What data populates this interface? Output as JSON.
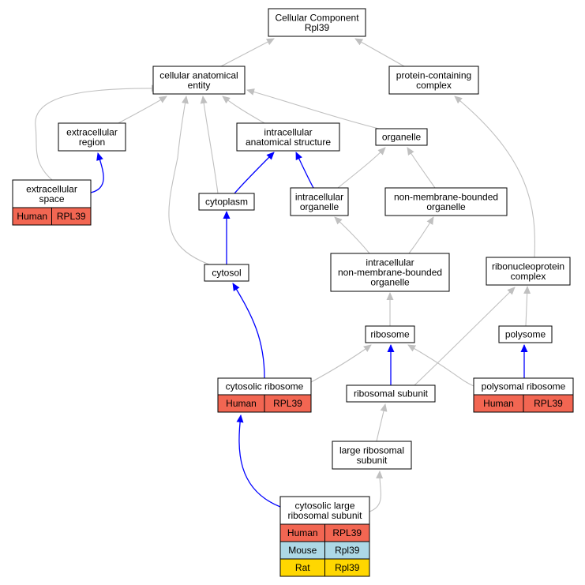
{
  "colors": {
    "edge_gray": "#c0c0c0",
    "edge_blue": "#0000ff",
    "human": "#f26652",
    "mouse": "#add8e6",
    "rat": "#ffd700",
    "node_fill": "#ffffff",
    "node_border": "#000000"
  },
  "nodes": {
    "cellular_component": {
      "lines": [
        "Cellular Component",
        "Rpl39"
      ]
    },
    "cellular_anatomical_entity": {
      "lines": [
        "cellular anatomical",
        "entity"
      ]
    },
    "protein_containing_complex": {
      "lines": [
        "protein-containing",
        "complex"
      ]
    },
    "extracellular_region": {
      "lines": [
        "extracellular",
        "region"
      ]
    },
    "intracellular_anatomical_structure": {
      "lines": [
        "intracellular",
        "anatomical structure"
      ]
    },
    "organelle": {
      "lines": [
        "organelle"
      ]
    },
    "extracellular_space": {
      "lines": [
        "extracellular",
        "space"
      ],
      "rows": [
        [
          "Human",
          "RPL39"
        ]
      ]
    },
    "cytoplasm": {
      "lines": [
        "cytoplasm"
      ]
    },
    "intracellular_organelle": {
      "lines": [
        "intracellular",
        "organelle"
      ]
    },
    "non_membrane_bounded_organelle": {
      "lines": [
        "non-membrane-bounded",
        "organelle"
      ]
    },
    "intracellular_nmb_organelle": {
      "lines": [
        "intracellular",
        "non-membrane-bounded",
        "organelle"
      ]
    },
    "ribonucleoprotein_complex": {
      "lines": [
        "ribonucleoprotein",
        "complex"
      ]
    },
    "cytosol": {
      "lines": [
        "cytosol"
      ]
    },
    "ribosome": {
      "lines": [
        "ribosome"
      ]
    },
    "polysome": {
      "lines": [
        "polysome"
      ]
    },
    "cytosolic_ribosome": {
      "lines": [
        "cytosolic ribosome"
      ],
      "rows": [
        [
          "Human",
          "RPL39"
        ]
      ]
    },
    "ribosomal_subunit": {
      "lines": [
        "ribosomal subunit"
      ]
    },
    "polysomal_ribosome": {
      "lines": [
        "polysomal ribosome"
      ],
      "rows": [
        [
          "Human",
          "RPL39"
        ]
      ]
    },
    "large_ribosomal_subunit": {
      "lines": [
        "large ribosomal",
        "subunit"
      ]
    },
    "cytosolic_large_ribosomal_subunit": {
      "lines": [
        "cytosolic large",
        "ribosomal subunit"
      ],
      "rows": [
        [
          "Human",
          "RPL39"
        ],
        [
          "Mouse",
          "Rpl39"
        ],
        [
          "Rat",
          "Rpl39"
        ]
      ]
    }
  },
  "edges": [
    {
      "from": "cellular_anatomical_entity",
      "to": "cellular_component",
      "type": "is_a"
    },
    {
      "from": "protein_containing_complex",
      "to": "cellular_component",
      "type": "is_a"
    },
    {
      "from": "extracellular_region",
      "to": "cellular_anatomical_entity",
      "type": "is_a"
    },
    {
      "from": "intracellular_anatomical_structure",
      "to": "cellular_anatomical_entity",
      "type": "is_a"
    },
    {
      "from": "organelle",
      "to": "cellular_anatomical_entity",
      "type": "is_a"
    },
    {
      "from": "extracellular_space",
      "to": "cellular_anatomical_entity",
      "type": "is_a"
    },
    {
      "from": "extracellular_space",
      "to": "extracellular_region",
      "type": "part_of"
    },
    {
      "from": "cytoplasm",
      "to": "cellular_anatomical_entity",
      "type": "is_a"
    },
    {
      "from": "cytoplasm",
      "to": "intracellular_anatomical_structure",
      "type": "part_of"
    },
    {
      "from": "intracellular_organelle",
      "to": "intracellular_anatomical_structure",
      "type": "part_of"
    },
    {
      "from": "intracellular_organelle",
      "to": "organelle",
      "type": "is_a"
    },
    {
      "from": "non_membrane_bounded_organelle",
      "to": "organelle",
      "type": "is_a"
    },
    {
      "from": "intracellular_nmb_organelle",
      "to": "intracellular_organelle",
      "type": "is_a"
    },
    {
      "from": "intracellular_nmb_organelle",
      "to": "non_membrane_bounded_organelle",
      "type": "is_a"
    },
    {
      "from": "ribonucleoprotein_complex",
      "to": "protein_containing_complex",
      "type": "is_a"
    },
    {
      "from": "cytosol",
      "to": "cellular_anatomical_entity",
      "type": "is_a"
    },
    {
      "from": "cytosol",
      "to": "cytoplasm",
      "type": "part_of"
    },
    {
      "from": "ribosome",
      "to": "intracellular_nmb_organelle",
      "type": "is_a"
    },
    {
      "from": "polysome",
      "to": "ribonucleoprotein_complex",
      "type": "is_a"
    },
    {
      "from": "cytosolic_ribosome",
      "to": "cytosol",
      "type": "part_of"
    },
    {
      "from": "cytosolic_ribosome",
      "to": "ribosome",
      "type": "is_a"
    },
    {
      "from": "ribosomal_subunit",
      "to": "ribosome",
      "type": "part_of"
    },
    {
      "from": "ribosomal_subunit",
      "to": "ribonucleoprotein_complex",
      "type": "is_a"
    },
    {
      "from": "polysomal_ribosome",
      "to": "ribosome",
      "type": "is_a"
    },
    {
      "from": "polysomal_ribosome",
      "to": "polysome",
      "type": "part_of"
    },
    {
      "from": "large_ribosomal_subunit",
      "to": "ribosomal_subunit",
      "type": "is_a"
    },
    {
      "from": "cytosolic_large_ribosomal_subunit",
      "to": "large_ribosomal_subunit",
      "type": "is_a"
    },
    {
      "from": "cytosolic_large_ribosomal_subunit",
      "to": "cytosolic_ribosome",
      "type": "part_of"
    }
  ]
}
